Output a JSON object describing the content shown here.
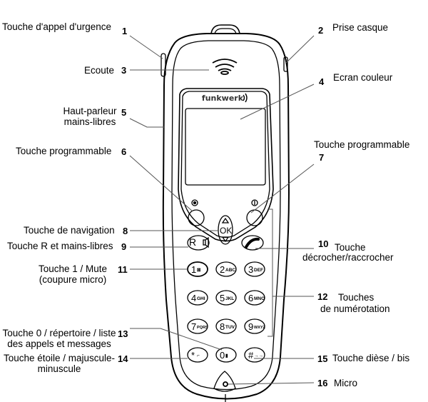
{
  "brand": "funkwerk",
  "callouts": [
    {
      "number": "1",
      "label": "Touche d'appel d'urgence"
    },
    {
      "number": "2",
      "label": "Prise casque"
    },
    {
      "number": "3",
      "label": "Ecoute"
    },
    {
      "number": "4",
      "label": "Ecran couleur"
    },
    {
      "number": "5",
      "label_line1": "Haut-parleur",
      "label_line2": "mains-libres"
    },
    {
      "number": "6",
      "label": "Touche programmable"
    },
    {
      "number": "7",
      "label": "Touche programmable"
    },
    {
      "number": "8",
      "label": "Touche de navigation"
    },
    {
      "number": "9",
      "label": "Touche R et mains-libres"
    },
    {
      "number": "10",
      "label_line1": "Touche",
      "label_line2": "décrocher/raccrocher"
    },
    {
      "number": "11",
      "label_line1": "Touche 1 / Mute",
      "label_line2": "(coupure micro)"
    },
    {
      "number": "12",
      "label_line1": "Touches",
      "label_line2": "de numérotation"
    },
    {
      "number": "13",
      "label_line1": "Touche 0 / répertoire / liste",
      "label_line2": "des appels et messages"
    },
    {
      "number": "14",
      "label_line1": "Touche étoile / majuscule-",
      "label_line2": "minuscule"
    },
    {
      "number": "15",
      "label": "Touche dièse / bis"
    },
    {
      "number": "16",
      "label": "Micro"
    }
  ],
  "keys": {
    "nav": "OK",
    "r": "R",
    "keypad": [
      {
        "digit": "1",
        "letters": "⊠"
      },
      {
        "digit": "2",
        "letters": "ABC"
      },
      {
        "digit": "3",
        "letters": "DEF"
      },
      {
        "digit": "4",
        "letters": "GHI"
      },
      {
        "digit": "5",
        "letters": "JKL"
      },
      {
        "digit": "6",
        "letters": "MNO"
      },
      {
        "digit": "7",
        "letters": "PQRS"
      },
      {
        "digit": "8",
        "letters": "TUV"
      },
      {
        "digit": "9",
        "letters": "WXYZ"
      },
      {
        "digit": "*",
        "letters": "⌐"
      },
      {
        "digit": "0",
        "letters": "▮"
      },
      {
        "digit": "#",
        "letters": "→→"
      }
    ]
  }
}
